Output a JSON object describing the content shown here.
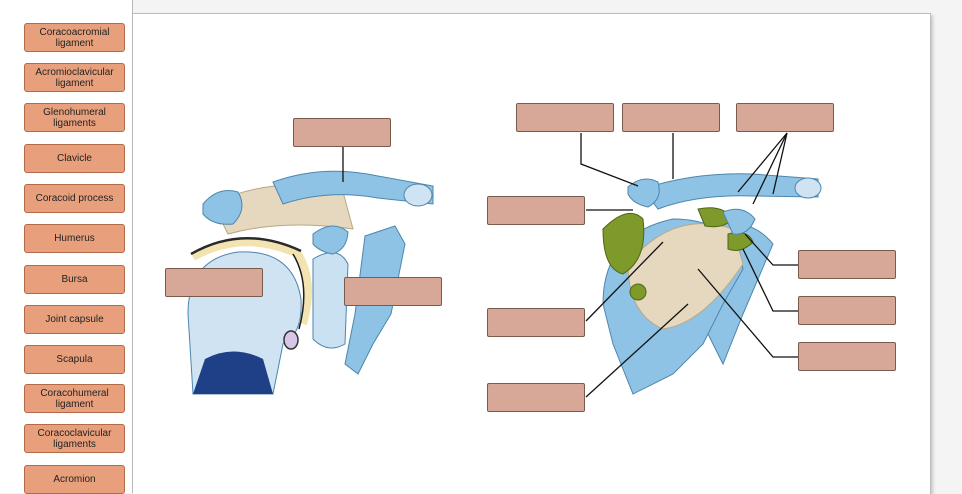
{
  "word_bank": {
    "labels": [
      "Coracoacromial ligament",
      "Acromioclavicular ligament",
      "Glenohumeral ligaments",
      "Clavicle",
      "Coracoid process",
      "Humerus",
      "Bursa",
      "Joint capsule",
      "Scapula",
      "Coracohumeral ligament",
      "Coracoclavicular ligaments",
      "Acromion"
    ]
  },
  "colors": {
    "tile_fill": "#e8a07c",
    "target_fill": "#d7a898",
    "bone": "#8ec3e6",
    "ligament": "#e6d8bf",
    "cartilage": "#7e9a2a"
  },
  "icons": [
    "shoulder-frontal-section-illustration",
    "shoulder-anterior-view-illustration"
  ]
}
